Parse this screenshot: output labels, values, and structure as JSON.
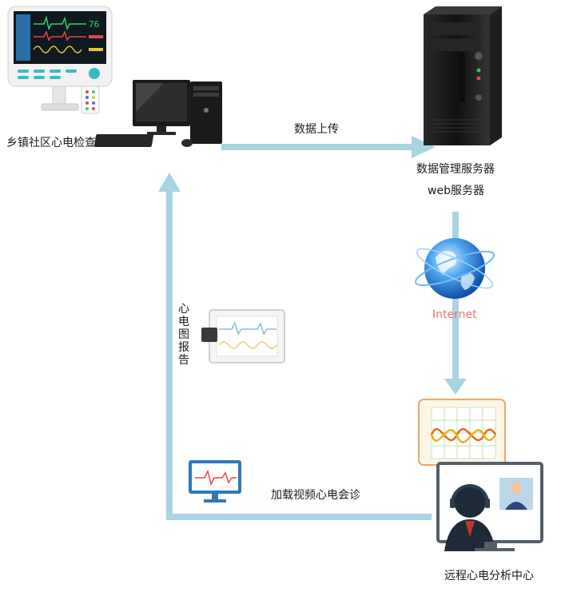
{
  "labels": {
    "township_ecg": "乡镇社区心电检查",
    "data_upload": "数据上传",
    "data_server": "数据管理服务器",
    "web_server": "web服务器",
    "internet": "Internet",
    "ecg_report_chars": [
      "心",
      "电",
      "图",
      "报",
      "告"
    ],
    "video_consult": "加载视频心电会诊",
    "remote_center": "远程心电分析中心"
  },
  "icons": {
    "monitor": "ecg-patient-monitor-icon",
    "pc": "desktop-computer-icon",
    "server": "tower-server-icon",
    "globe": "internet-globe-icon",
    "report": "ecg-report-clipboard-icon",
    "video": "video-monitor-ecg-icon",
    "doctor": "doctor-headset-workstation-icon"
  },
  "monitor_readout": "76",
  "colors": {
    "arrow": "#a8d5e2",
    "internet_text": "#e8737a"
  }
}
